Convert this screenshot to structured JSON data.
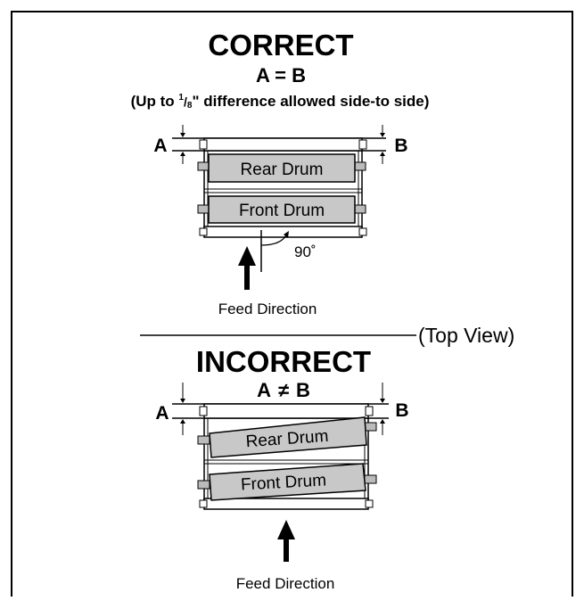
{
  "correct": {
    "title": "CORRECT",
    "equation": "A = B",
    "note_prefix": "(Up to ",
    "note_frac_num": "1",
    "note_frac_den": "8",
    "note_suffix": "\" difference allowed side-to side)",
    "label_a": "A",
    "label_b": "B",
    "rear_drum": "Rear Drum",
    "front_drum": "Front Drum",
    "angle": "90˚",
    "feed_direction": "Feed Direction"
  },
  "divider": {
    "view_label": "(Top View)"
  },
  "incorrect": {
    "title": "INCORRECT",
    "eq_a": "A",
    "eq_neq": "≠",
    "eq_b": "B",
    "label_a": "A",
    "label_b": "B",
    "rear_drum": "Rear Drum",
    "front_drum": "Front Drum",
    "feed_direction": "Feed Direction"
  },
  "colors": {
    "drum_fill": "#c8c8c8",
    "stroke": "#000000",
    "background": "#ffffff"
  }
}
